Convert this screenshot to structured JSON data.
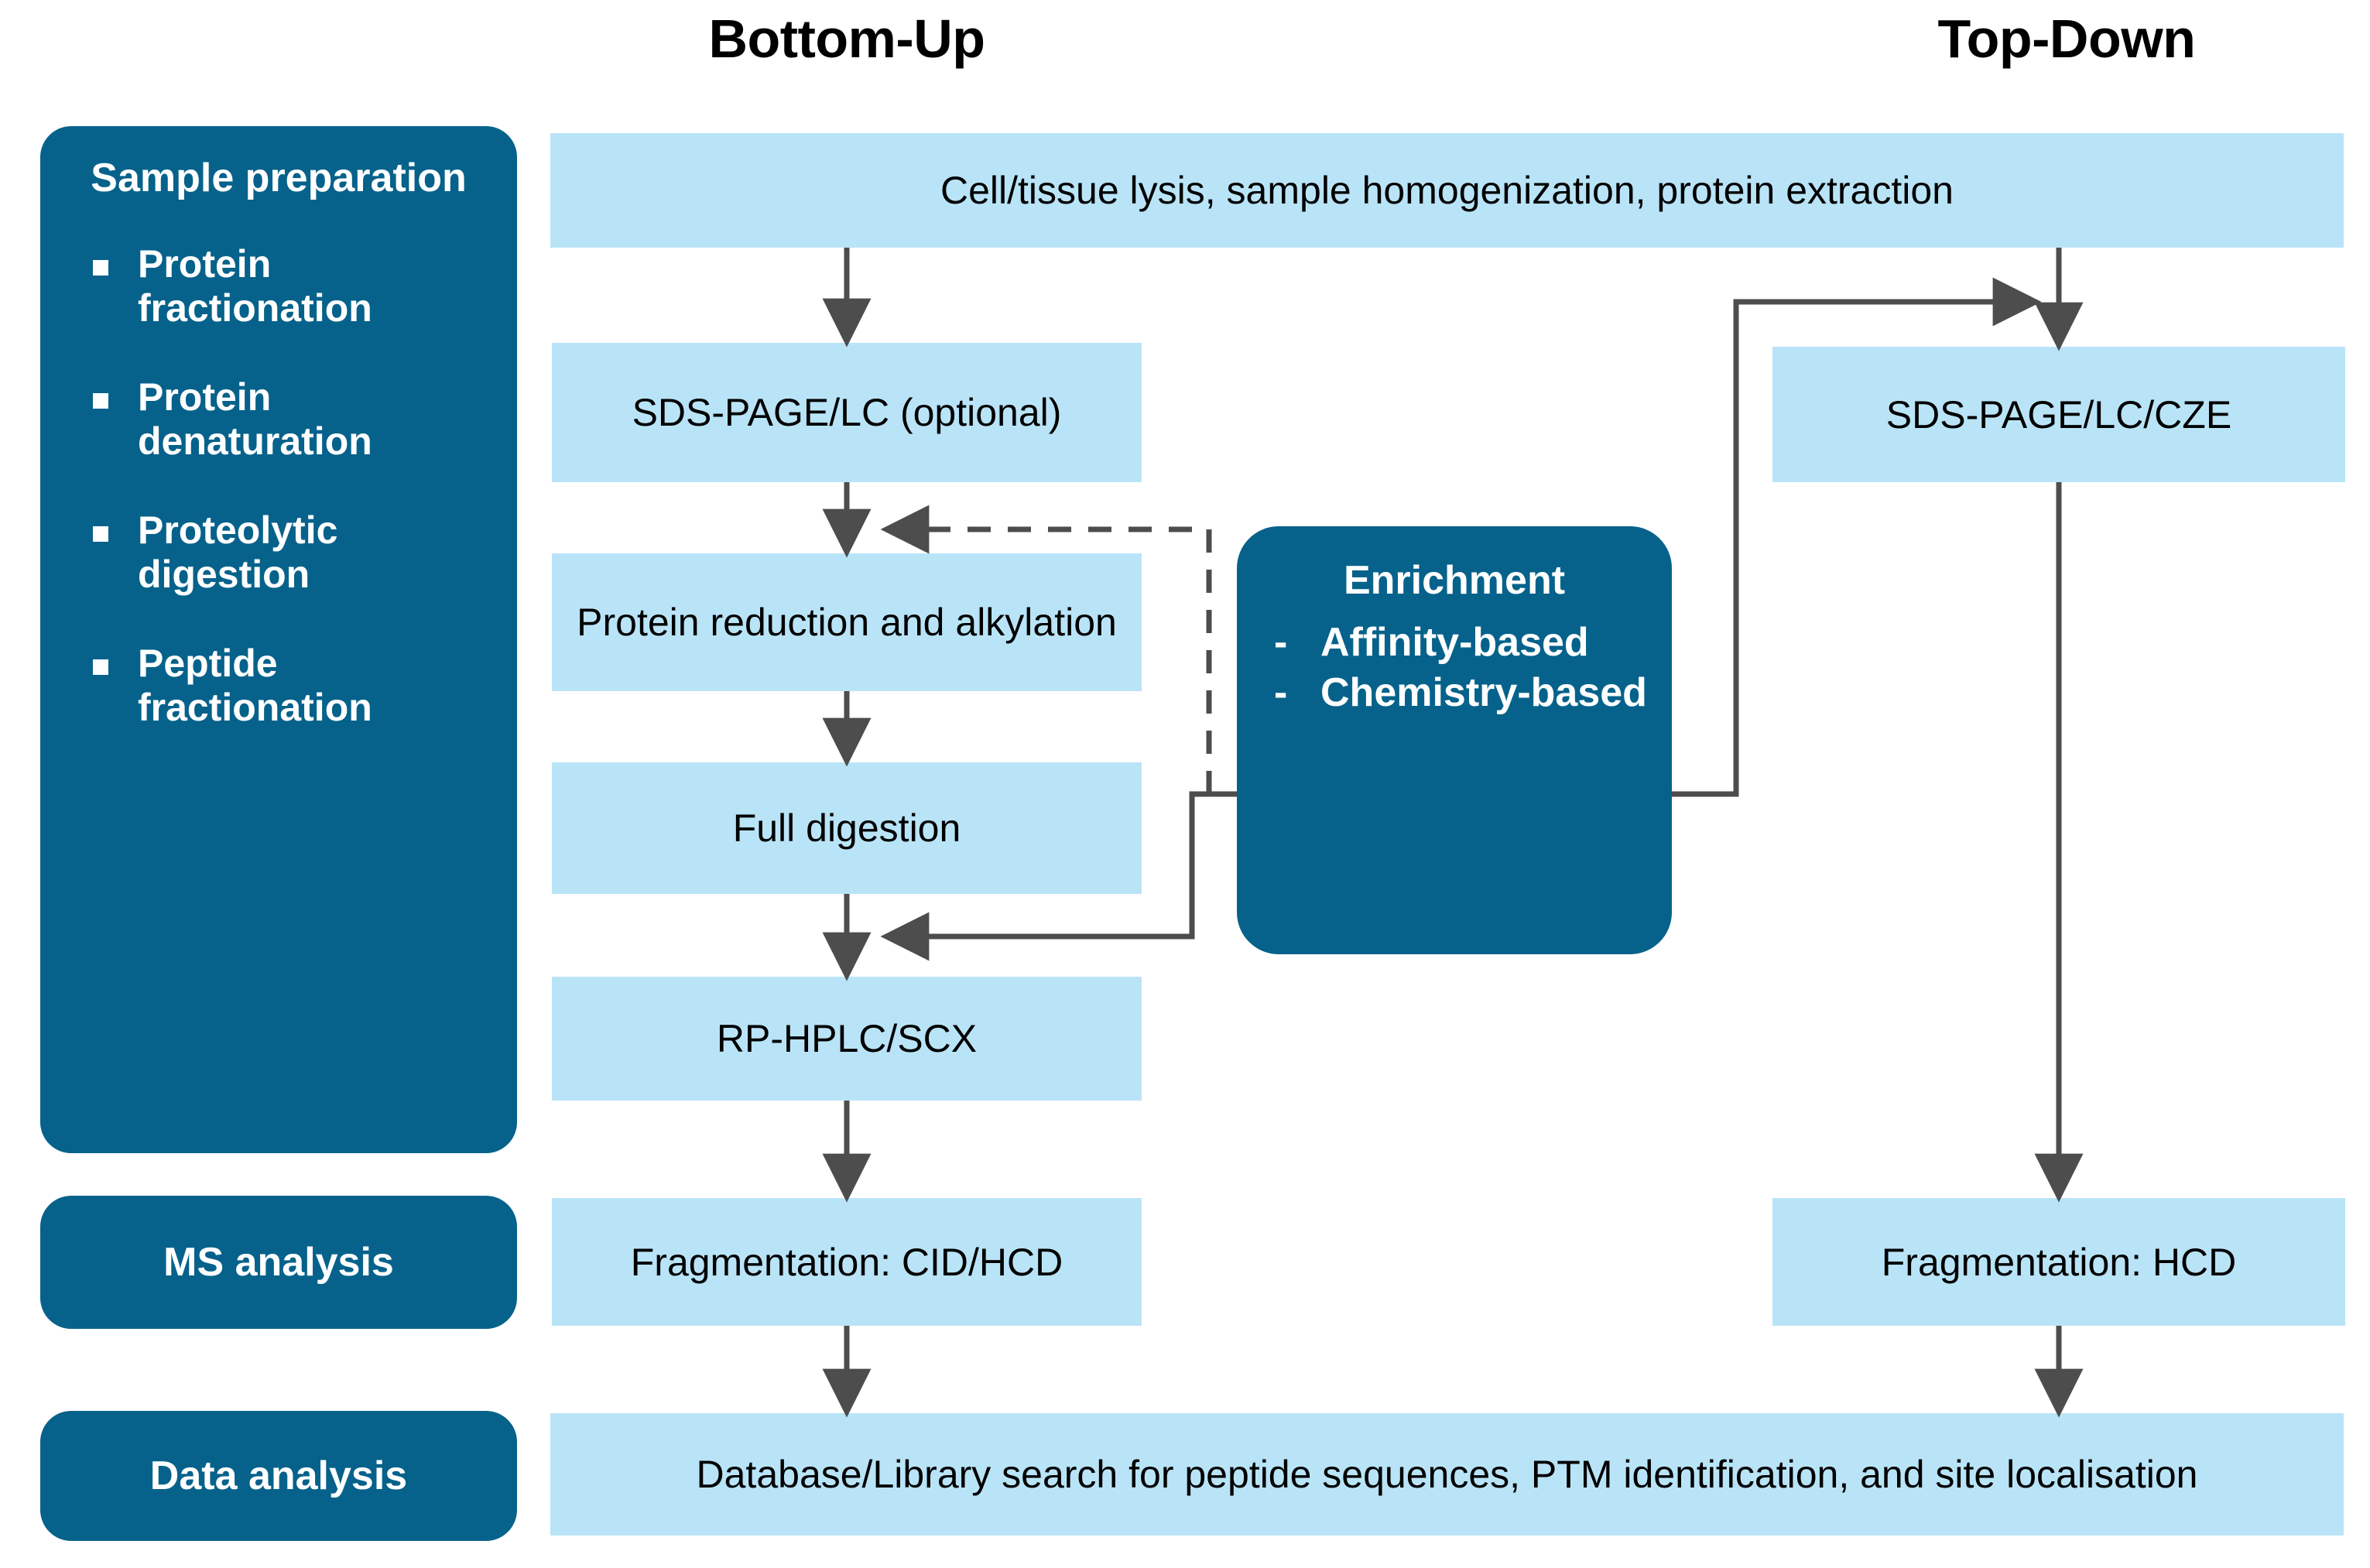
{
  "headers": {
    "bottom_up": "Bottom-Up",
    "top_down": "Top-Down"
  },
  "stages": {
    "sample_preparation": {
      "heading": "Sample preparation",
      "bullets": [
        "Protein fractionation",
        "Protein denaturation",
        "Proteolytic digestion",
        "Peptide fractionation"
      ]
    },
    "ms_analysis": {
      "heading": "MS analysis"
    },
    "data_analysis": {
      "heading": "Data analysis"
    }
  },
  "enrichment": {
    "heading": "Enrichment",
    "dash": "-",
    "options": [
      "Affinity-based",
      "Chemistry-based"
    ]
  },
  "process_boxes": {
    "lysis": "Cell/tissue lysis, sample homogenization, protein extraction",
    "sdspage_lc": "SDS-PAGE/LC (optional)",
    "reduction_alkylation": "Protein reduction and alkylation",
    "full_digestion": "Full digestion",
    "rp_hplc_scx": "RP-HPLC/SCX",
    "fragmentation_cid_hcd": "Fragmentation: CID/HCD",
    "sdspage_lc_cze": "SDS-PAGE/LC/CZE",
    "fragmentation_hcd": "Fragmentation: HCD",
    "database_search": "Database/Library search for peptide sequences, PTM identification, and site localisation"
  },
  "colors": {
    "dark_blue": "#06628b",
    "light_blue": "#b9e4f7",
    "arrow_gray": "#4d4d4d",
    "text_dark": "#000000",
    "text_light": "#ffffff"
  },
  "connectors": [
    {
      "name": "lysis-to-sdspage-lc",
      "style": "solid"
    },
    {
      "name": "sdspage-lc-to-reduction",
      "style": "solid"
    },
    {
      "name": "reduction-to-digestion",
      "style": "solid"
    },
    {
      "name": "digestion-to-rphplc",
      "style": "solid"
    },
    {
      "name": "rphplc-to-fragmentation-cid",
      "style": "solid"
    },
    {
      "name": "fragmentation-cid-to-database-search",
      "style": "solid"
    },
    {
      "name": "lysis-to-sdspage-cze",
      "style": "solid"
    },
    {
      "name": "sdspage-cze-to-fragmentation-hcd",
      "style": "solid"
    },
    {
      "name": "fragmentation-hcd-to-database-search",
      "style": "solid"
    },
    {
      "name": "enrichment-to-reduction",
      "style": "dashed"
    },
    {
      "name": "enrichment-to-rphplc",
      "style": "solid"
    },
    {
      "name": "enrichment-to-topdown",
      "style": "solid"
    }
  ]
}
